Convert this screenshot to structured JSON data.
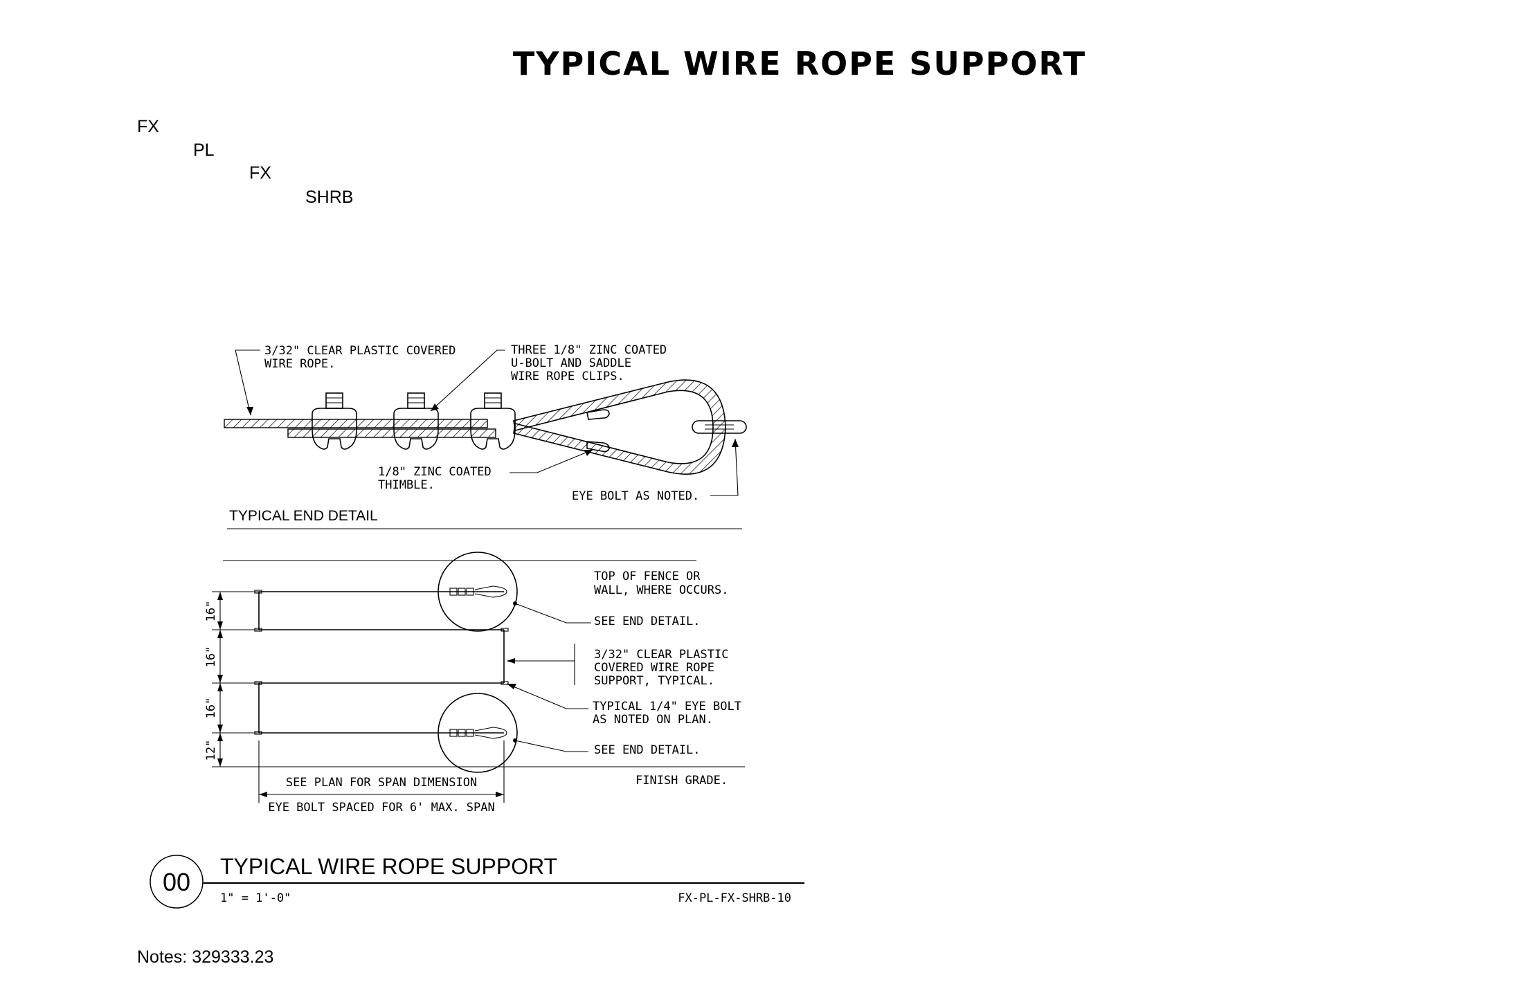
{
  "sheet_title": "TYPICAL WIRE ROPE SUPPORT",
  "codes": [
    "FX",
    "PL",
    "FX",
    "SHRB"
  ],
  "end_detail": {
    "title": "TYPICAL END DETAIL",
    "callout_wire_rope": [
      "3/32\" CLEAR PLASTIC COVERED",
      "WIRE ROPE."
    ],
    "callout_clips": [
      "THREE 1/8\" ZINC COATED",
      "U-BOLT AND SADDLE",
      "WIRE ROPE CLIPS."
    ],
    "callout_thimble": [
      "1/8\" ZINC COATED",
      "THIMBLE."
    ],
    "callout_eye_bolt": "EYE BOLT AS NOTED."
  },
  "elevation": {
    "dim_labels": [
      "16\"",
      "16\"",
      "16\"",
      "12\""
    ],
    "note_top": [
      "TOP OF FENCE OR",
      "WALL, WHERE OCCURS."
    ],
    "note_see_end_1": "SEE END DETAIL.",
    "note_support": [
      "3/32\" CLEAR PLASTIC",
      "COVERED WIRE ROPE",
      "SUPPORT, TYPICAL."
    ],
    "note_eye_bolt": [
      "TYPICAL 1/4\" EYE BOLT",
      "AS NOTED ON PLAN."
    ],
    "note_see_end_2": "SEE END DETAIL.",
    "note_grade": "FINISH GRADE.",
    "span_label": "SEE PLAN FOR SPAN DIMENSION",
    "spacing_label": "EYE BOLT SPACED FOR 6' MAX. SPAN"
  },
  "detail_block": {
    "number": "00",
    "title": "TYPICAL WIRE ROPE SUPPORT",
    "scale": "1\" = 1'-0\"",
    "code": "FX-PL-FX-SHRB-10"
  },
  "notes": "Notes: 329333.23"
}
